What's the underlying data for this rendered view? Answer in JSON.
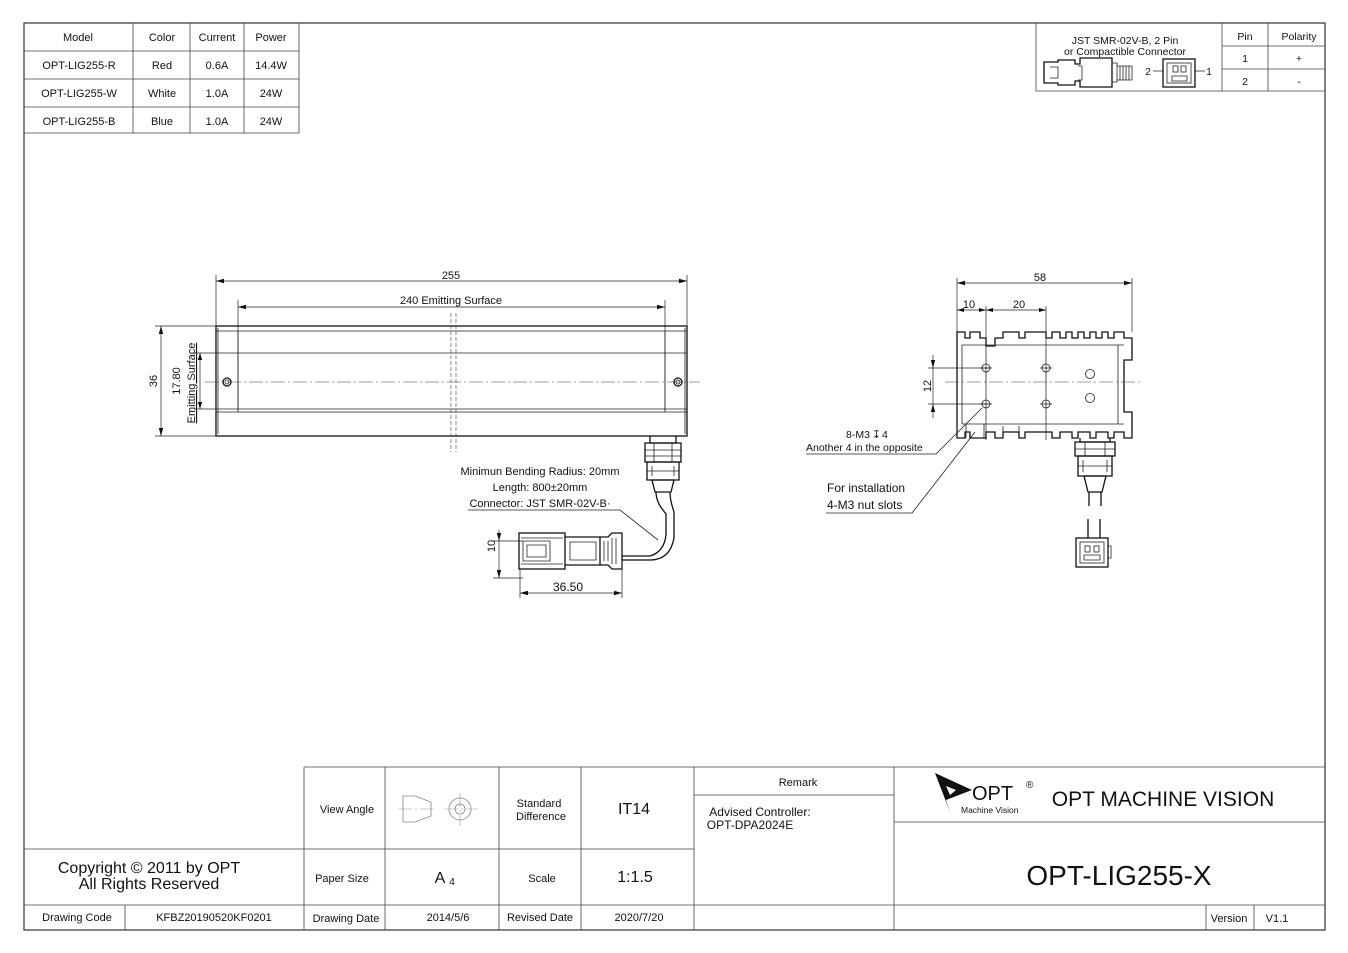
{
  "spec_table": {
    "headers": [
      "Model",
      "Color",
      "Current",
      "Power"
    ],
    "rows": [
      [
        "OPT-LIG255-R",
        "Red",
        "0.6A",
        "14.4W"
      ],
      [
        "OPT-LIG255-W",
        "White",
        "1.0A",
        "24W"
      ],
      [
        "OPT-LIG255-B",
        "Blue",
        "1.0A",
        "24W"
      ]
    ]
  },
  "connector_table": {
    "title_line1": "JST SMR-02V-B, 2 Pin",
    "title_line2": "or Compactible Connector",
    "pin_header": "Pin",
    "polarity_header": "Polarity",
    "rows": [
      [
        "1",
        "+"
      ],
      [
        "2",
        "-"
      ]
    ],
    "pin_label_left": "2",
    "pin_label_right": "1"
  },
  "front_view": {
    "dim_total_length": "255",
    "dim_emitting_length": "240 Emitting Surface",
    "dim_height": "36",
    "dim_emitting_height": "17.80",
    "emitting_surface_label": "Emitting Surface",
    "cable_note_1": "Minimun Bending Radius: 20mm",
    "cable_note_2": "Length: 800±20mm",
    "cable_note_3": "Connector: JST SMR-02V-B·",
    "dim_connector_height": "10",
    "dim_connector_length": "36.50"
  },
  "side_view": {
    "dim_width": "58",
    "dim_offset": "10",
    "dim_spacing": "20",
    "dim_vertical": "12",
    "hole_note_1": "8-M3",
    "hole_note_depth_symbol": "↧",
    "hole_note_depth": "4",
    "hole_note_2": "Another 4 in the opposite",
    "install_note_1": "For installation",
    "install_note_2": "4-M3 nut slots"
  },
  "title_block": {
    "copyright_1": "Copyright © 2011 by OPT",
    "copyright_2": "All Rights Reserved",
    "drawing_code_label": "Drawing Code",
    "drawing_code": "KFBZ20190520KF0201",
    "view_angle_label": "View Angle",
    "standard_difference_label_1": "Standard",
    "standard_difference_label_2": "Difference",
    "standard_difference": "IT14",
    "paper_size_label": "Paper Size",
    "paper_size_main": "A",
    "paper_size_sub": "4",
    "scale_label": "Scale",
    "scale": "1:1.5",
    "drawing_date_label": "Drawing Date",
    "drawing_date": "2014/5/6",
    "revised_date_label": "Revised Date",
    "revised_date": "2020/7/20",
    "remark_label": "Remark",
    "remark_line_1": "Advised Controller:",
    "remark_line_2": "OPT-DPA2024E",
    "logo_text": "OPT",
    "logo_registered": "®",
    "logo_subtext": "Machine Vision",
    "company_name": "OPT MACHINE VISION",
    "part_number": "OPT-LIG255-X",
    "version_label": "Version",
    "version": "V1.1"
  }
}
